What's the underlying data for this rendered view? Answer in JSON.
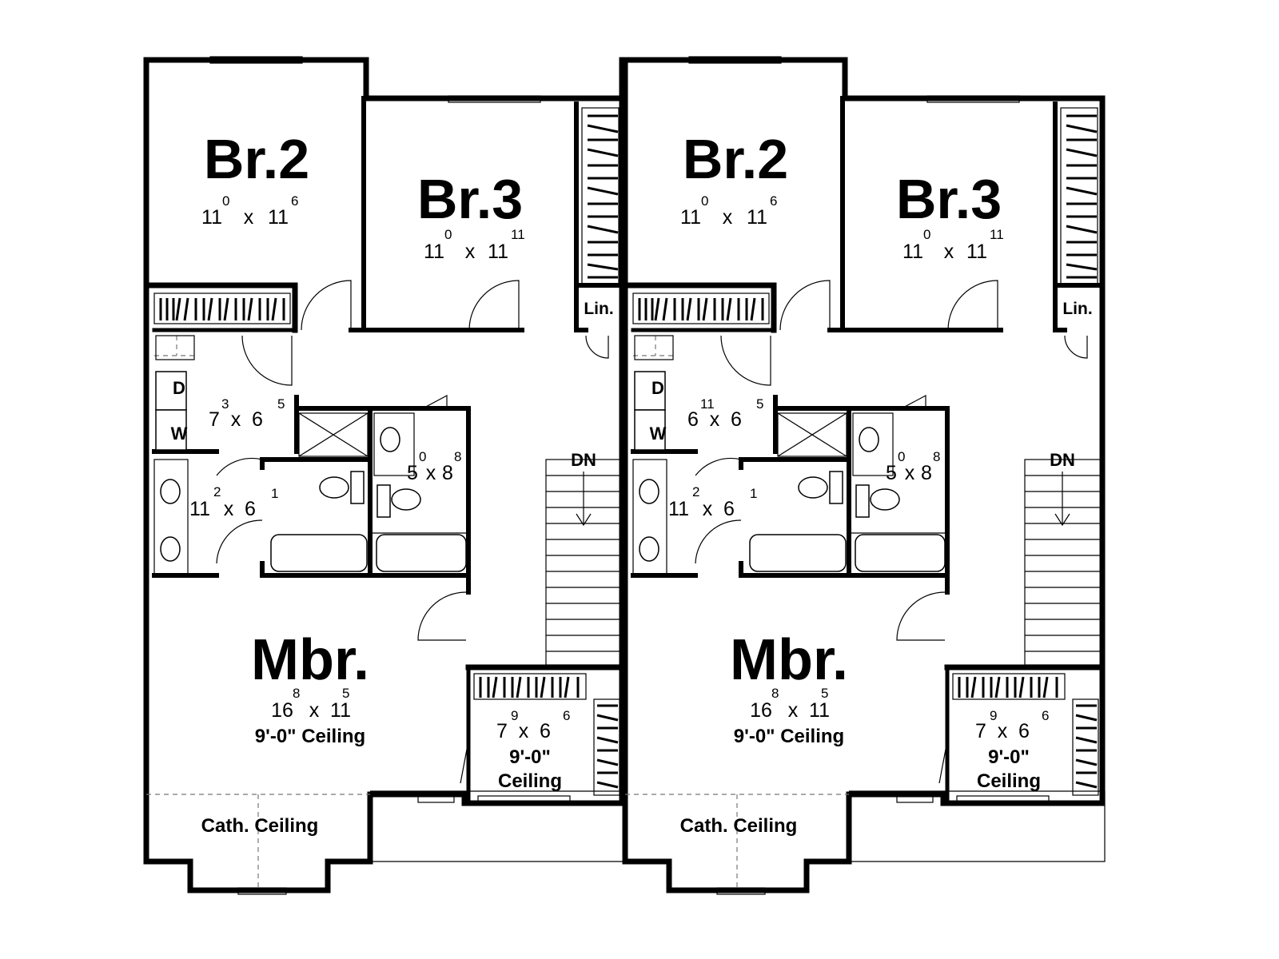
{
  "units": [
    {
      "id": "unit-left",
      "offset_label": "left",
      "rooms": {
        "br2": {
          "name": "Br.2",
          "w": "11",
          "w_sup": "0",
          "x": "x",
          "d": "11",
          "d_sup": "6"
        },
        "br3": {
          "name": "Br.3",
          "w": "11",
          "w_sup": "0",
          "x": "x",
          "d": "11",
          "d_sup": "11"
        },
        "lin": {
          "name": "Lin."
        },
        "laundry": {
          "w": "7",
          "w_sup": "3",
          "x": "x",
          "d": "6",
          "d_sup": "5",
          "dryer": "D",
          "washer": "W"
        },
        "bath1": {
          "w": "11",
          "w_sup": "2",
          "x": "x",
          "d": "6",
          "d_sup": "1"
        },
        "bath2": {
          "w": "5",
          "w_sup": "0",
          "x": "x",
          "d": "8",
          "d_sup": "8"
        },
        "stair": {
          "label": "DN"
        },
        "mbr": {
          "name": "Mbr.",
          "w": "16",
          "w_sup": "8",
          "x": "x",
          "d": "11",
          "d_sup": "5",
          "ceiling": "9'-0\" Ceiling"
        },
        "wic": {
          "w": "7",
          "w_sup": "9",
          "x": "x",
          "d": "6",
          "d_sup": "6",
          "ceiling_1": "9'-0\"",
          "ceiling_2": "Ceiling"
        },
        "bay": {
          "label": "Cath. Ceiling"
        }
      }
    },
    {
      "id": "unit-right",
      "offset_label": "right",
      "rooms": {
        "br2": {
          "name": "Br.2",
          "w": "11",
          "w_sup": "0",
          "x": "x",
          "d": "11",
          "d_sup": "6"
        },
        "br3": {
          "name": "Br.3",
          "w": "11",
          "w_sup": "0",
          "x": "x",
          "d": "11",
          "d_sup": "11"
        },
        "lin": {
          "name": "Lin."
        },
        "laundry": {
          "w": "6",
          "w_sup": "11",
          "x": "x",
          "d": "6",
          "d_sup": "5",
          "dryer": "D",
          "washer": "W"
        },
        "bath1": {
          "w": "11",
          "w_sup": "2",
          "x": "x",
          "d": "6",
          "d_sup": "1"
        },
        "bath2": {
          "w": "5",
          "w_sup": "0",
          "x": "x",
          "d": "8",
          "d_sup": "8"
        },
        "stair": {
          "label": "DN"
        },
        "mbr": {
          "name": "Mbr.",
          "w": "16",
          "w_sup": "8",
          "x": "x",
          "d": "11",
          "d_sup": "5",
          "ceiling": "9'-0\" Ceiling"
        },
        "wic": {
          "w": "7",
          "w_sup": "9",
          "x": "x",
          "d": "6",
          "d_sup": "6",
          "ceiling_1": "9'-0\"",
          "ceiling_2": "Ceiling"
        },
        "bay": {
          "label": "Cath. Ceiling"
        }
      }
    }
  ]
}
